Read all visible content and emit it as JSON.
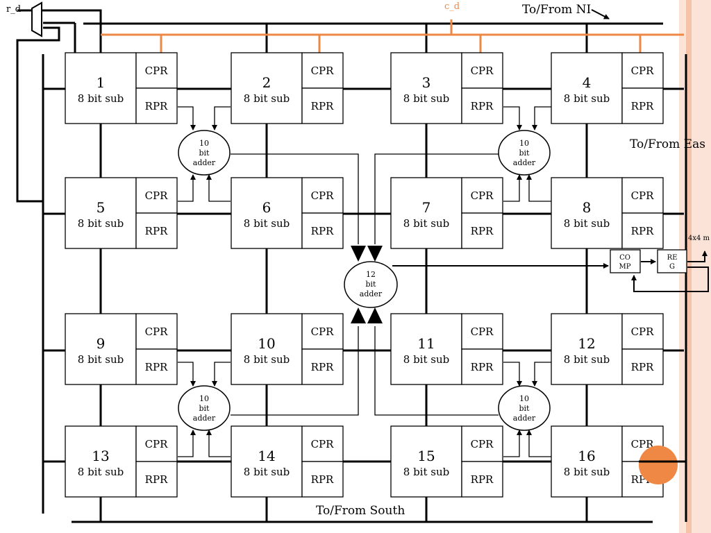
{
  "labels": {
    "r_d": "r_d",
    "c_d": "c_d",
    "north": "To/From NI",
    "east": "To/From Eas",
    "south": "To/From South",
    "mesh": "4x4 m",
    "comp": [
      "CO",
      "MP"
    ],
    "reg": [
      "RE",
      "G"
    ]
  },
  "pe_subtitle": "8 bit sub",
  "cpr_label": "CPR",
  "rpr_label": "RPR",
  "pes": [
    "1",
    "2",
    "3",
    "4",
    "5",
    "6",
    "7",
    "8",
    "9",
    "10",
    "11",
    "12",
    "13",
    "14",
    "15",
    "16"
  ],
  "adder10": [
    "10",
    "bit",
    "adder"
  ],
  "adder12": [
    "12",
    "bit",
    "adder"
  ],
  "colors": {
    "accent": "#ee8844",
    "line": "#000000"
  }
}
